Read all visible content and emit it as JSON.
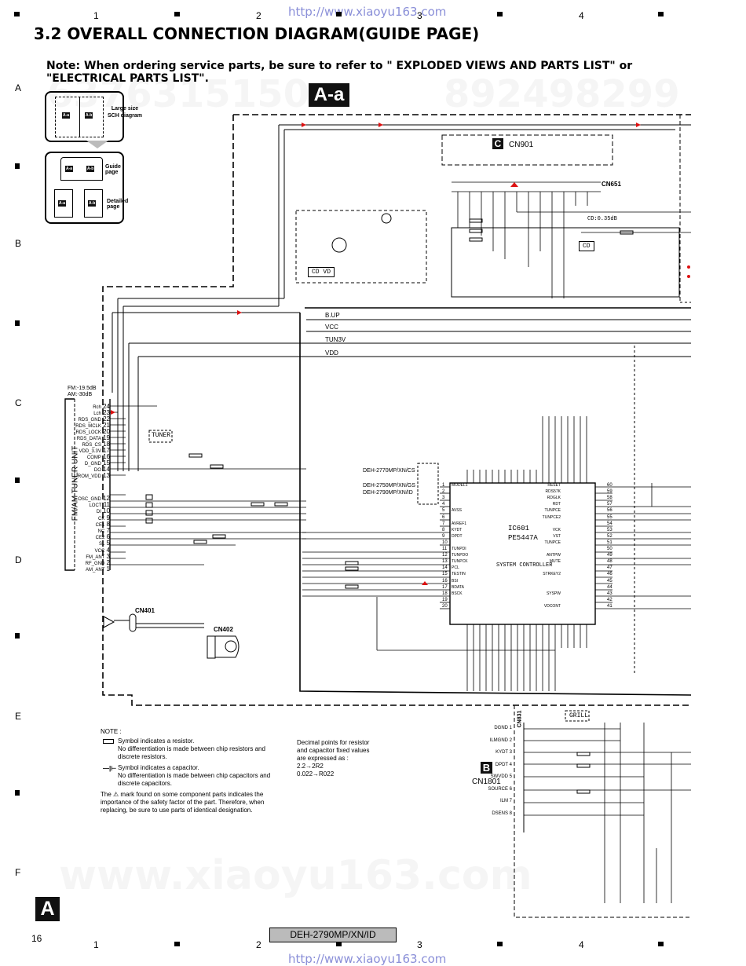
{
  "header": {
    "url": "http://www.xiaoyu163.com",
    "title": "3.2  OVERALL CONNECTION DIAGRAM(GUIDE PAGE)",
    "note": "Note: When ordering service parts, be sure to refer to \" EXPLODED VIEWS AND PARTS LIST\" or \"ELECTRICAL PARTS LIST\"."
  },
  "grid": {
    "columns": [
      "1",
      "2",
      "3",
      "4"
    ],
    "rows": [
      "A",
      "B",
      "C",
      "D",
      "E",
      "F"
    ]
  },
  "watermarks": {
    "top_numbers": [
      "6376315150",
      "892498299"
    ],
    "bottom_url": "www.xiaoyu163.com"
  },
  "guide_panel": {
    "large_label": "Large size SCH diagram",
    "guide_label": "Guide page",
    "detailed_label": "Detailed page",
    "tags": [
      "A-a",
      "A-b",
      "A-a",
      "A-b",
      "A-a",
      "A-b"
    ]
  },
  "section_tag": "A-a",
  "blocks": {
    "cn901_letter": "C",
    "cn901": "CN901",
    "cn651": "CN651",
    "cd_level": "CD:0.35dB",
    "cd_box": "CD",
    "cdvd_box": "CD VD",
    "tuner_box": "TUNER",
    "grill_box": "GRILL",
    "tuner_unit": "FM/AM TUNER UNIT",
    "fm_level": "FM:-19.5dB",
    "am_level": "AM:-30dB",
    "cn401": "CN401",
    "cn402": "CN402",
    "cn831": "CN831",
    "b_letter": "B",
    "cn1801": "CN1801",
    "ic601": "IC601",
    "ic601_part": "PE5447A",
    "system_controller": "SYSTEM CONTROLLER",
    "rails": [
      "B.UP",
      "VCC",
      "TUN3V",
      "VDD"
    ],
    "deh_labels": [
      "DEH-2770MP/XN/CS",
      "DEH-2750MP/XN/GS",
      "DEH-2790MP/XN/ID"
    ]
  },
  "tuner_pins": [
    {
      "n": "24",
      "name": "Rch"
    },
    {
      "n": "23",
      "name": "Lch"
    },
    {
      "n": "22",
      "name": "RDS_GND"
    },
    {
      "n": "21",
      "name": "RDS_MCLK"
    },
    {
      "n": "20",
      "name": "RDS_LOCK"
    },
    {
      "n": "19",
      "name": "RDS_DATA"
    },
    {
      "n": "18",
      "name": "RDS_CS"
    },
    {
      "n": "17",
      "name": "VDD_3.3V"
    },
    {
      "n": "16",
      "name": "COMP"
    },
    {
      "n": "15",
      "name": "D_GND"
    },
    {
      "n": "14",
      "name": "DO"
    },
    {
      "n": "13",
      "name": "ROM_VDD"
    },
    {
      "n": "12",
      "name": "OSC_GND"
    },
    {
      "n": "11",
      "name": "LOCT"
    },
    {
      "n": "10",
      "name": "DI"
    },
    {
      "n": "9",
      "name": "CK"
    },
    {
      "n": "8",
      "name": "CE1"
    },
    {
      "n": "7",
      "name": "NC"
    },
    {
      "n": "6",
      "name": "CE2"
    },
    {
      "n": "5",
      "name": "SL"
    },
    {
      "n": "4",
      "name": "VCC"
    },
    {
      "n": "3",
      "name": "FM_ANT"
    },
    {
      "n": "2",
      "name": "RF_GND"
    },
    {
      "n": "1",
      "name": "AM_ANT"
    }
  ],
  "ic_left_pins": [
    "1",
    "2",
    "3",
    "4",
    "5",
    "6",
    "7",
    "8",
    "9",
    "10",
    "11",
    "12",
    "13",
    "14",
    "15",
    "16",
    "17",
    "18",
    "19",
    "20"
  ],
  "ic_left_names": [
    "MODEL1",
    "",
    "",
    "",
    "AVSS",
    "",
    "AVREF1",
    "KYDT",
    "DPDT",
    "",
    "TUNPDI",
    "TUNPDO",
    "TUNPCK",
    "PCL",
    "TESTIN",
    "BSI",
    "BDATA",
    "BSCK",
    "",
    ""
  ],
  "ic_right_pins": [
    "60",
    "59",
    "58",
    "57",
    "56",
    "55",
    "54",
    "53",
    "52",
    "51",
    "50",
    "49",
    "48",
    "47",
    "46",
    "45",
    "44",
    "43",
    "42",
    "41"
  ],
  "ic_right_names": [
    "RESET",
    "RDS57K",
    "RDGLK",
    "RDT",
    "TUNPCE",
    "TUNPCE2",
    "",
    "VCK",
    "VST",
    "TUNPCE",
    "",
    "ANTPW",
    "MUTE",
    "",
    "STRKEY2",
    "",
    "",
    "SYSPW",
    "",
    "VDCONT"
  ],
  "cn831_pins": [
    {
      "n": "1",
      "name": "DGND"
    },
    {
      "n": "2",
      "name": "ILMGND"
    },
    {
      "n": "3",
      "name": "KYDT"
    },
    {
      "n": "4",
      "name": "DPDT"
    },
    {
      "n": "5",
      "name": "SWVDD"
    },
    {
      "n": "6",
      "name": "SOURCE"
    },
    {
      "n": "7",
      "name": "ILM"
    },
    {
      "n": "8",
      "name": "DSENS"
    }
  ],
  "notes": {
    "heading": "NOTE :",
    "resistor": "Symbol indicates a resistor.\nNo differentiation is made  between chip resistors and discrete resistors.",
    "capacitor": "Symbol indicates a capacitor.\nNo differentiation is made  between chip capacitors and discrete capacitors.",
    "safety": "The ⚠ mark found on some component parts indicates the importance of the safety factor of the part. Therefore, when replacing, be sure to use parts of identical designation.",
    "decimal": "Decimal points for resistor and capacitor fixed values are expressed as :\n2.2→2R2\n0.022→R022"
  },
  "footer": {
    "page_letter": "A",
    "page_number": "16",
    "model": "DEH-2790MP/XN/ID",
    "url": "http://www.xiaoyu163.com"
  }
}
